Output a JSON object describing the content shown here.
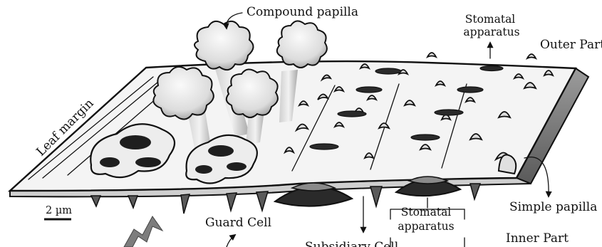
{
  "labels": {
    "compound_papilla": "Compound papilla",
    "stomatal_apparatus_top_line1": "Stomatal",
    "stomatal_apparatus_top_line2": "apparatus",
    "outer_part": "Outer Part",
    "leaf_margin": "Leaf margin",
    "simple_papilla": "Simple papilla",
    "scale_bar": "2 µm",
    "guard_cell": "Guard Cell",
    "stomatal_apparatus_bottom_line1": "Stomatal",
    "stomatal_apparatus_bottom_line2": "apparatus",
    "subsidiary_cell": "Subsidiary Cell",
    "inner_part": "Inner Part"
  },
  "colors": {
    "ink": "#111111",
    "leaf_surface": "#f4f4f4",
    "leaf_shadow": "#b9b9b9",
    "papilla_fill": "#e6e6e6",
    "papilla_shade": "#9a9a9a",
    "stoma_dark": "#2a2a2a",
    "arrow_fill": "#7d7d7d"
  }
}
